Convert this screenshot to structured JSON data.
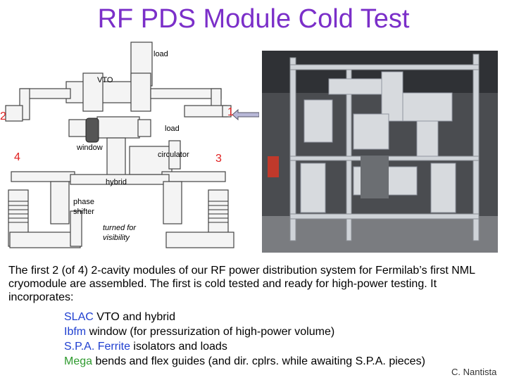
{
  "slide": {
    "title": "RF PDS Module Cold Test",
    "diagram": {
      "labels": {
        "load_top": "load",
        "vto": "VTO",
        "load_mid": "load",
        "window": "window",
        "circulator": "circulator",
        "hybrid": "hybrid",
        "phase_shifter_1": "phase",
        "phase_shifter_2": "shifter",
        "turned_1": "turned for",
        "turned_2": "visibility"
      },
      "port_numbers": {
        "p1": "1",
        "p2": "2",
        "p3": "3",
        "p4": "4"
      }
    },
    "caption": "The first 2 (of 4) 2-cavity modules of our RF power distribution system  for Fermilab’s first NML cryomodule are assembled.  The first is cold tested and ready for high-power testing. It incorporates:",
    "bullets": [
      {
        "highlight": "SLAC",
        "rest": " VTO and hybrid"
      },
      {
        "highlight": "Ibfm",
        "rest": " window (for pressurization of high-power volume)"
      },
      {
        "highlight": "S.P.A. Ferrite",
        "rest": " isolators and loads"
      },
      {
        "highlight": "Mega",
        "rest": " bends and flex guides (and dir. cplrs. while awaiting S.P.A. pieces)"
      }
    ],
    "credit": "C. Nantista",
    "colors": {
      "title": "#7b2fc9",
      "blue": "#1f3fd0",
      "green": "#2e9a2e",
      "port_number": "#e02020"
    }
  }
}
